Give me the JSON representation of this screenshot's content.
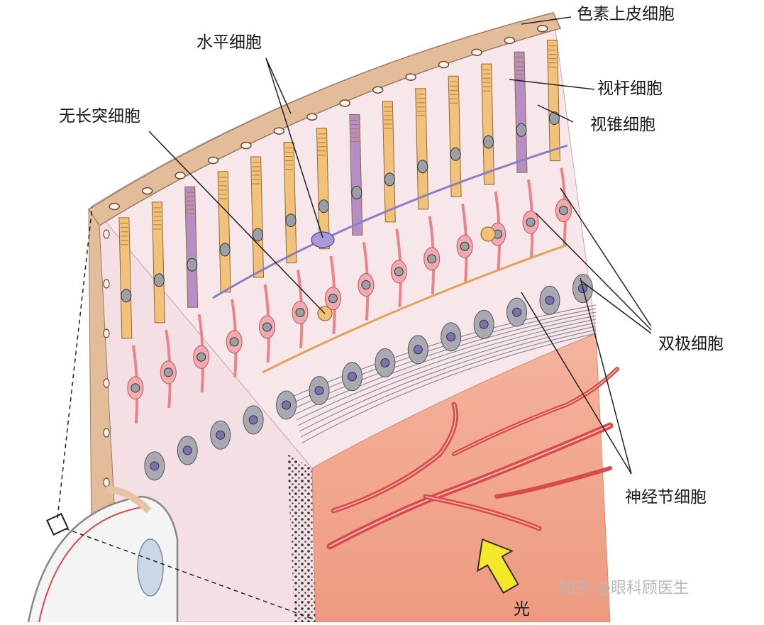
{
  "labels": {
    "pigment_epithelium": "色素上皮细胞",
    "horizontal_cell": "水平细胞",
    "rod_cell": "视杆细胞",
    "cone_cell": "视锥细胞",
    "amacrine_cell": "无长突细胞",
    "bipolar_cell": "双极细胞",
    "ganglion_cell": "神经节细胞",
    "light": "光"
  },
  "watermark": "知乎 @眼科顾医生",
  "colors": {
    "epithelium": "#e8c7a8",
    "rod": "#f2c27a",
    "cone": "#b48ec4",
    "horizontal": "#8a7fc0",
    "bipolar": "#e8848a",
    "amacrine": "#e0a358",
    "ganglion": "#a9a9b4",
    "nerve_fiber": "#c9c9cf",
    "vessel_tissue": "#f1a38c",
    "vessel": "#d94b4b",
    "arrow": "#f5e82a"
  }
}
